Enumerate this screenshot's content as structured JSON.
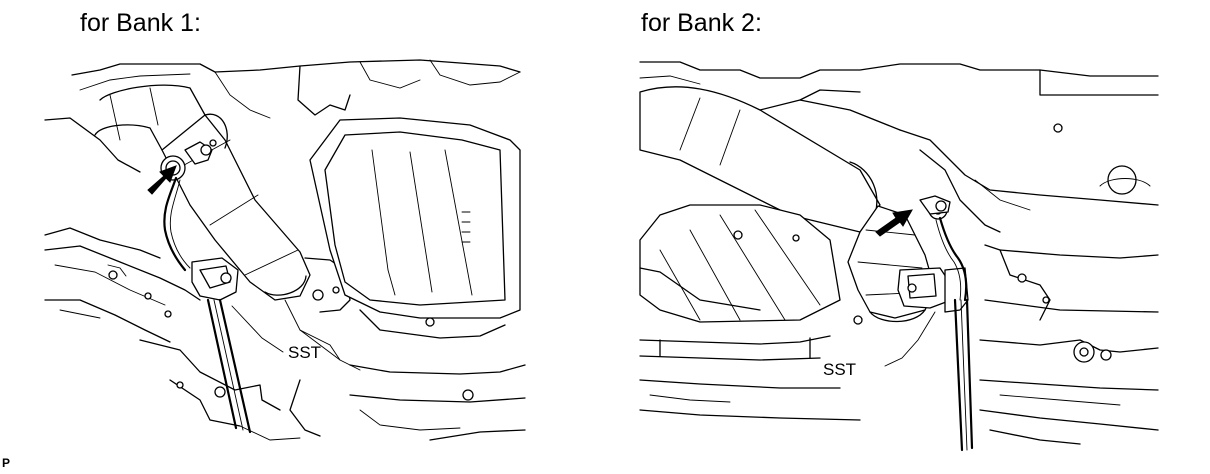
{
  "panels": [
    {
      "title": "for Bank 1:",
      "callout": "SST"
    },
    {
      "title": "for Bank 2:",
      "callout": "SST"
    }
  ],
  "figure_code": "P",
  "icons": [
    "arrow-icon",
    "arrow-icon"
  ],
  "colors": {
    "line": "#000000",
    "background": "#ffffff"
  }
}
